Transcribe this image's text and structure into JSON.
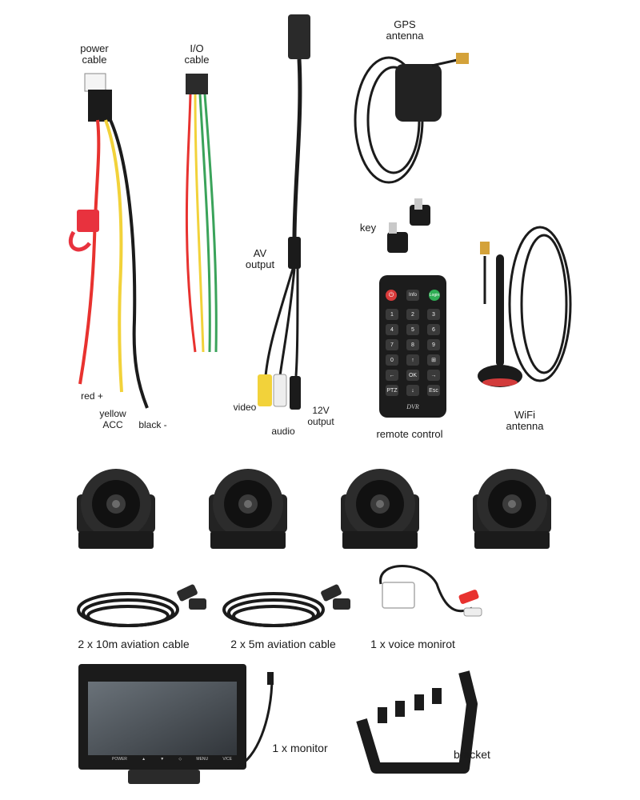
{
  "labels": {
    "power_cable": [
      "power",
      "cable"
    ],
    "io_cable": [
      "I/O",
      "cable"
    ],
    "av_output": [
      "AV",
      "output"
    ],
    "gps_antenna": [
      "GPS",
      "antenna"
    ],
    "key": "key",
    "wifi_antenna": [
      "WiFi",
      "antenna"
    ],
    "remote_control": "remote control",
    "red": "red +",
    "yellow_acc": [
      "yellow",
      "ACC"
    ],
    "black": "black -",
    "video": "video",
    "audio": "audio",
    "out_12v": [
      "12V",
      "output"
    ],
    "aviation_10m": "2 x 10m aviation cable",
    "aviation_5m": "2 x 5m aviation cable",
    "voice_monitor": "1 x voice monirot",
    "monitor": "1 x monitor",
    "bracket": "bracket"
  },
  "remote": {
    "brand": "DVR",
    "top_keys": [
      "⏻",
      "Info",
      "Login"
    ],
    "keys": [
      "1",
      "2",
      "3",
      "4",
      "5",
      "6",
      "7",
      "8",
      "9",
      "0",
      "↑",
      "⊞",
      "←",
      "OK",
      "→",
      "PTZ",
      "↓",
      "Esc"
    ]
  },
  "monitor_buttons": [
    "POWER",
    "▲",
    "▼",
    "◇",
    "MENU",
    "V/CE"
  ],
  "colors": {
    "red_wire": "#e8322f",
    "yellow_wire": "#f2d23a",
    "green_wire": "#3aa35a",
    "black": "#1b1b1b",
    "fuse": "#e8323e"
  }
}
